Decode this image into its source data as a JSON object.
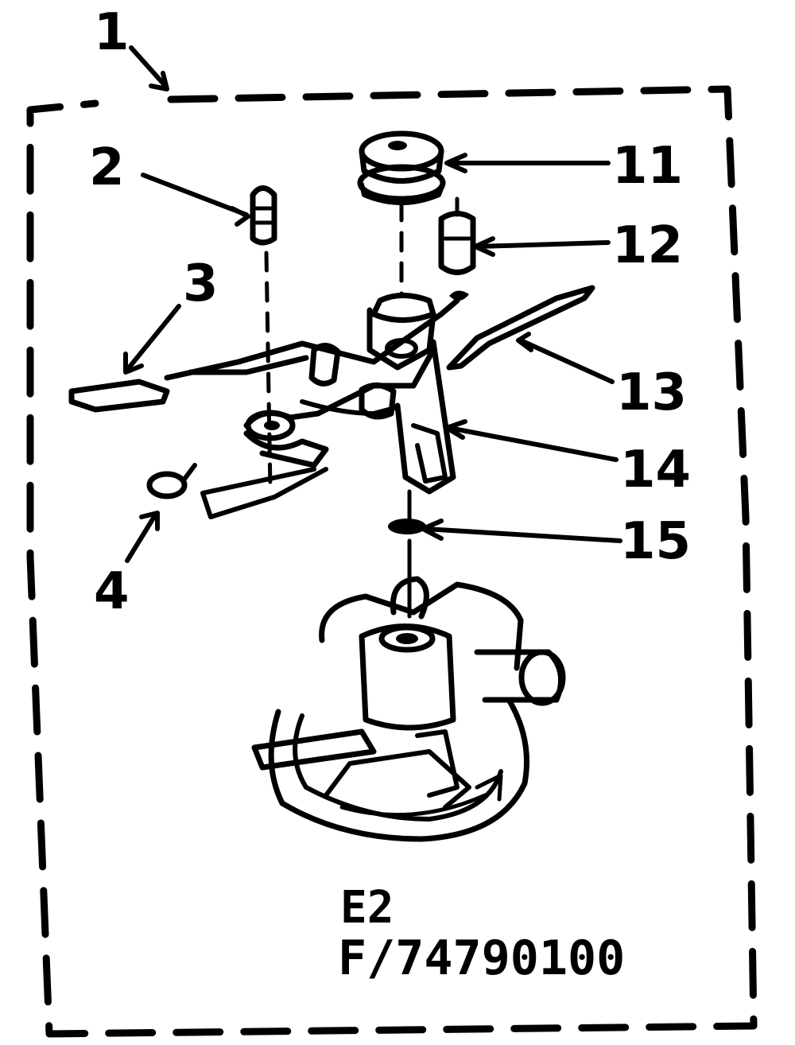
{
  "callouts": {
    "c1": "1",
    "c2": "2",
    "c3": "3",
    "c4": "4",
    "c11": "11",
    "c12": "12",
    "c13": "13",
    "c14": "14",
    "c15": "15"
  },
  "codes": {
    "line1": "E2",
    "line2": "F/74790100"
  },
  "colors": {
    "ink": "#000000",
    "paper": "#ffffff"
  }
}
